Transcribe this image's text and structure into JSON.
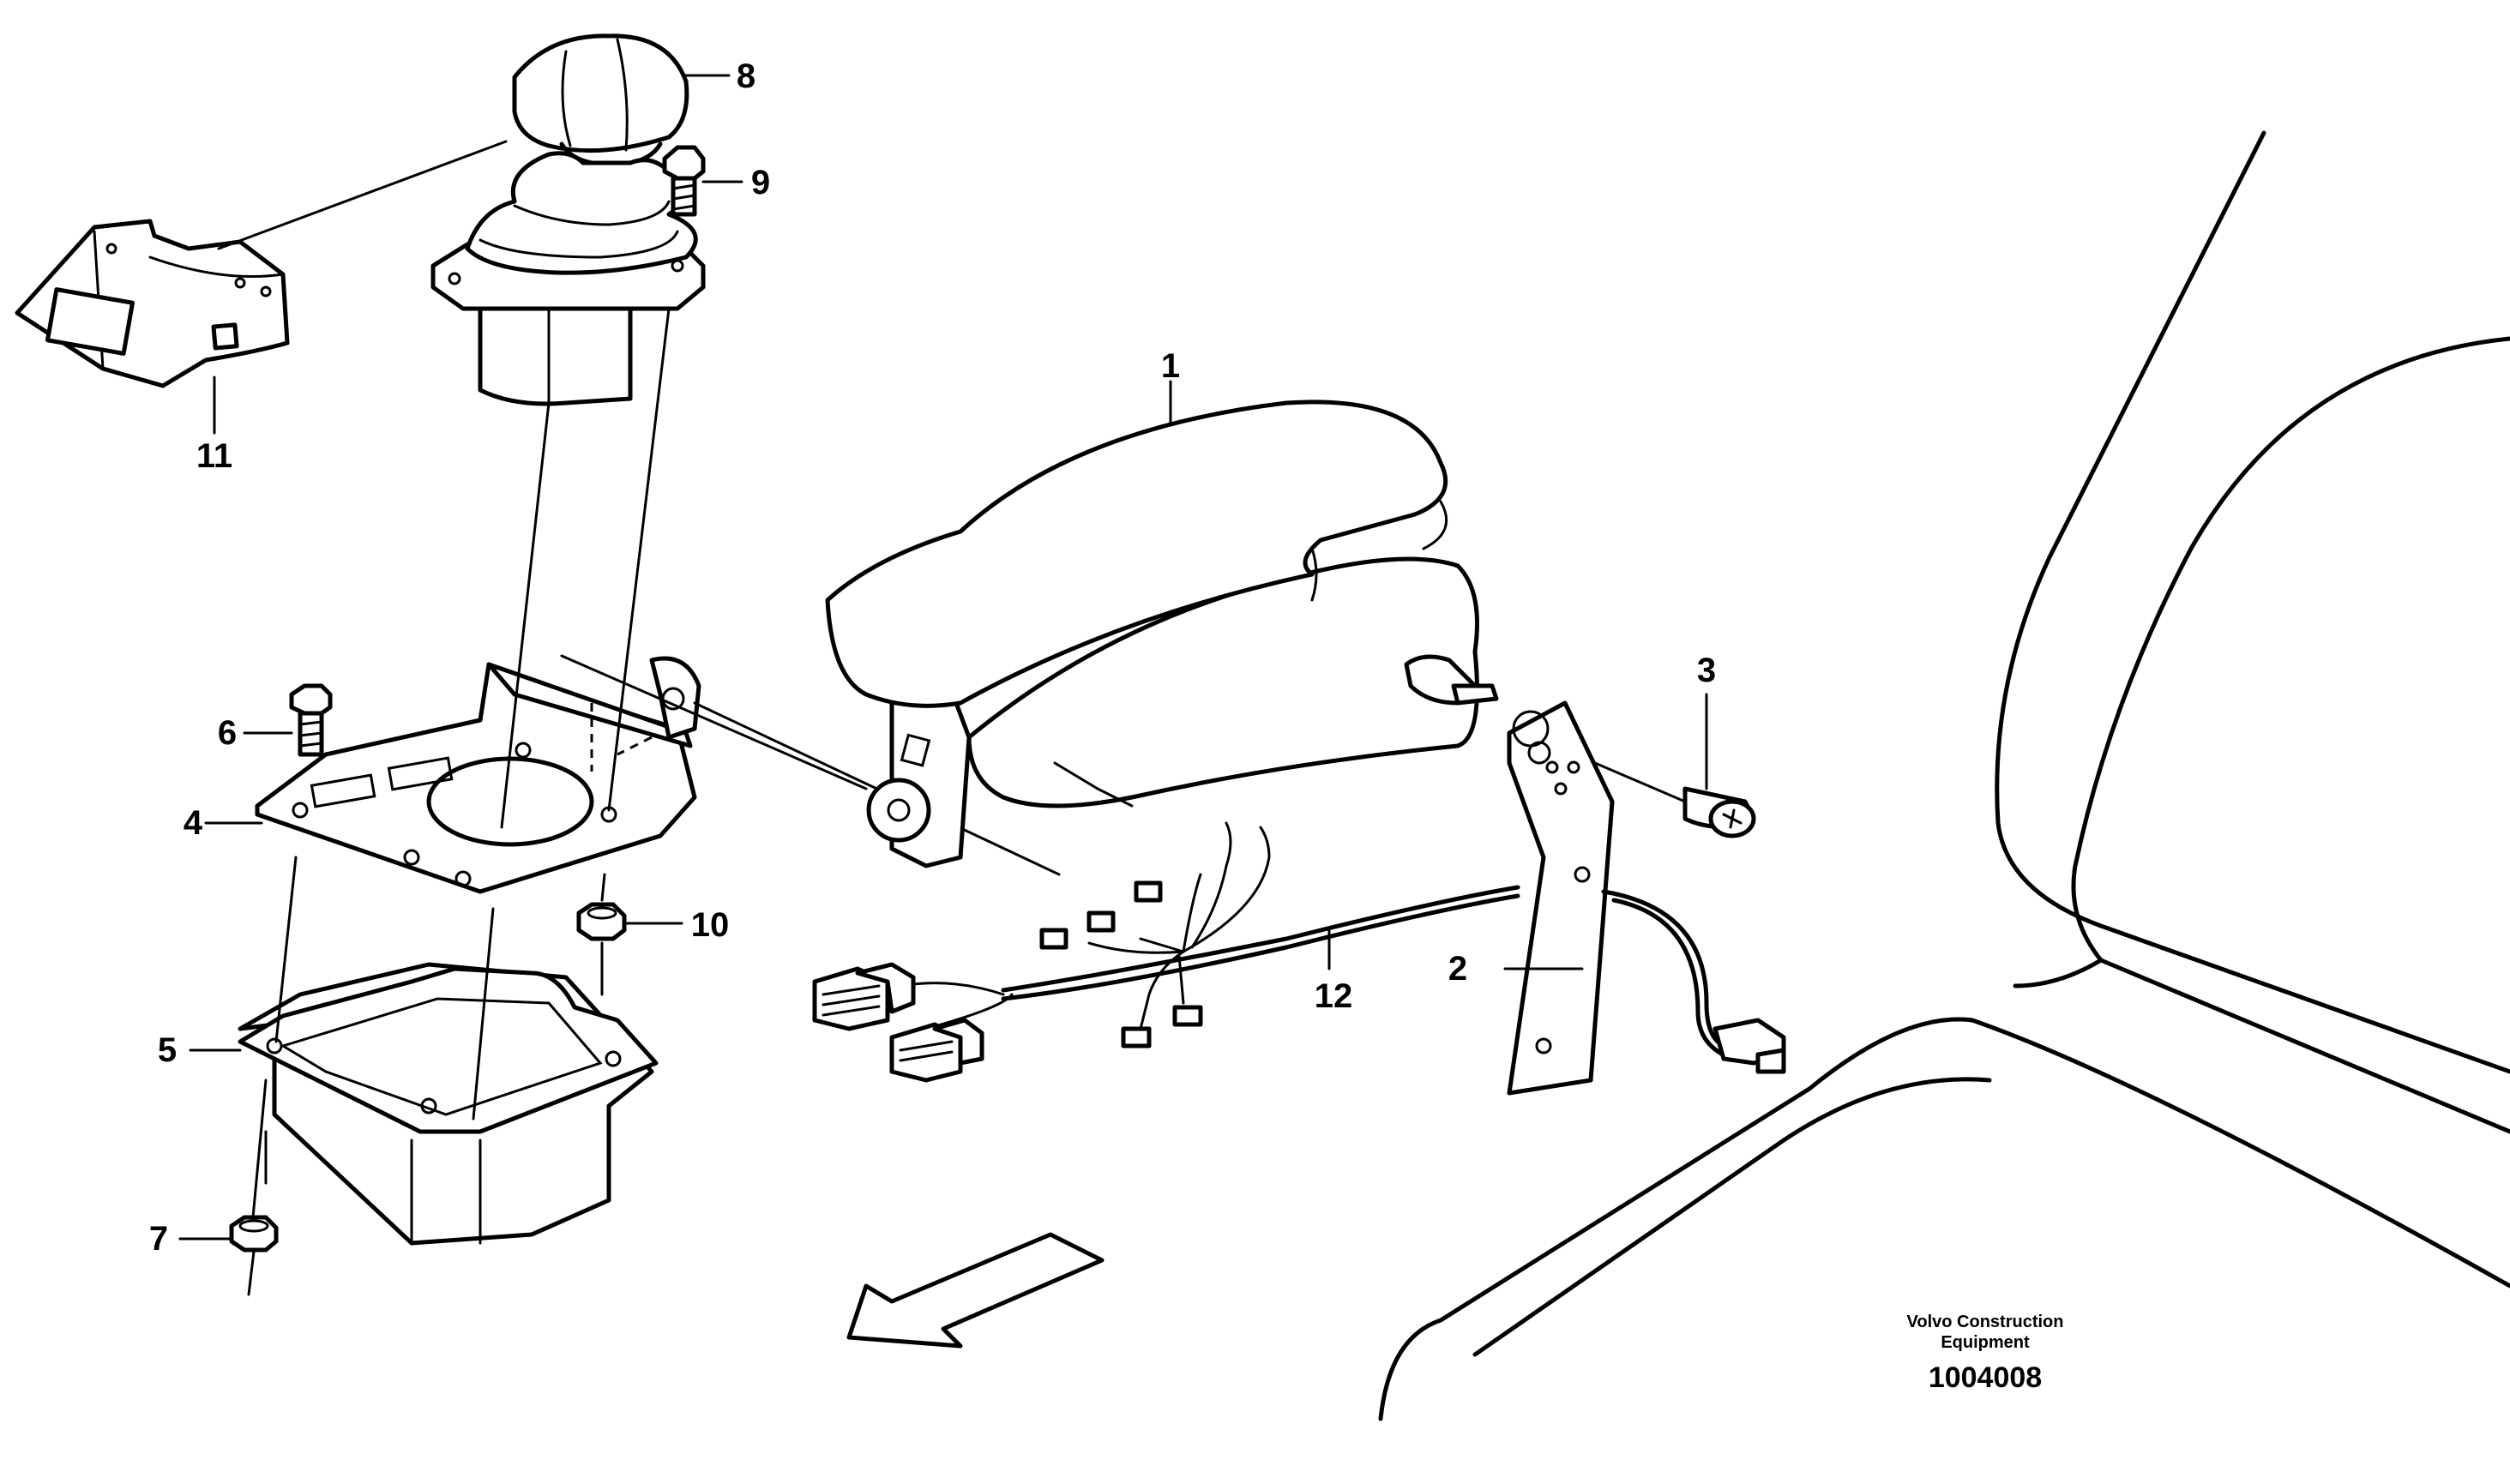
{
  "diagram": {
    "callouts": [
      {
        "id": "1",
        "label": "1"
      },
      {
        "id": "2",
        "label": "2"
      },
      {
        "id": "3",
        "label": "3"
      },
      {
        "id": "4",
        "label": "4"
      },
      {
        "id": "5",
        "label": "5"
      },
      {
        "id": "6",
        "label": "6"
      },
      {
        "id": "7",
        "label": "7"
      },
      {
        "id": "8",
        "label": "8"
      },
      {
        "id": "9",
        "label": "9"
      },
      {
        "id": "10",
        "label": "10"
      },
      {
        "id": "11",
        "label": "11"
      },
      {
        "id": "12",
        "label": "12"
      }
    ],
    "brand_line1": "Volvo Construction",
    "brand_line2": "Equipment",
    "document_number": "1004008"
  }
}
